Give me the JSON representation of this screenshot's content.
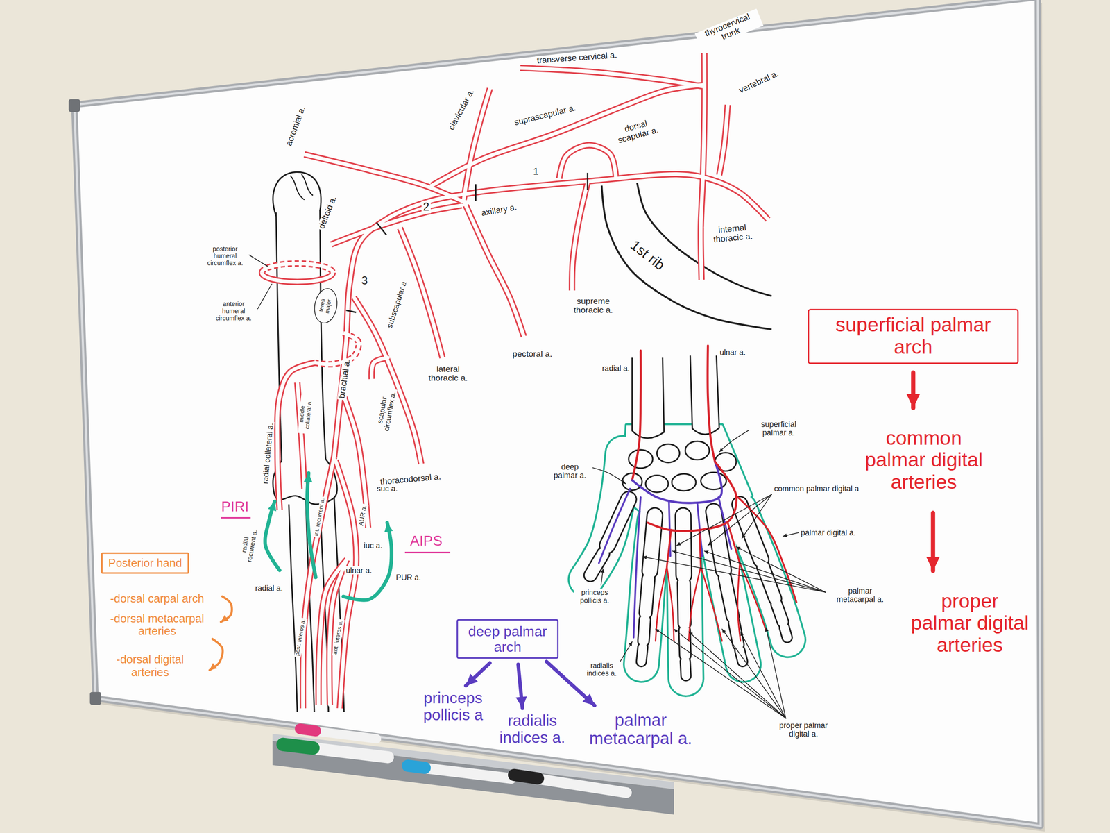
{
  "diagram": {
    "nodes": [
      {
        "text": [
          "teres major"
        ]
      },
      {
        "text": [
          "superficial palmar arch"
        ]
      },
      {
        "text": [
          "Posterior hand"
        ]
      },
      {
        "text": [
          "deep palmar arch"
        ]
      }
    ],
    "labels": [
      "thyrocervical trunk",
      "transverse cervical a.",
      "vertebral a.",
      "clavicular a.",
      "suprascapular a.",
      "dorsal scapular a.",
      "acromial a.",
      "deltoid a.",
      "axillary a.",
      "1",
      "2",
      "3",
      "internal thoracic a.",
      "1st rib",
      "supreme thoracic a.",
      "pectoral a.",
      "lateral thoracic a.",
      "subscapular a",
      "posterior humeral circumflex a.",
      "anterior humeral circumflex a.",
      "brachial a.",
      "scapular circumflex a.",
      "thoracodorsal a.",
      "radial collateral a.",
      "middle collateral a.",
      "PIRI",
      "radial recurrent a.",
      "int. recurrent a.",
      "AUR a.",
      "suc a.",
      "iuc a.",
      "AIPS",
      "PUR a.",
      "ulnar a.",
      "radial a.",
      "post. interos a.",
      "ant. interos a.",
      "-dorsal carpal arch",
      "-dorsal metacarpal arteries",
      "-dorsal digital arteries",
      "radial a.",
      "ulnar a.",
      "superficial palmar a.",
      "deep palmar a.",
      "common palmar digital a.",
      "palmar digital a.",
      "palmar metacarpal a.",
      "princeps pollicis a.",
      "radialis indices a.",
      "proper palmar digital a.",
      "princeps pollicis a",
      "radialis indices a.",
      "palmar metacarpal a.",
      "common palmar digital arteries",
      "proper palmar digital arteries"
    ]
  }
}
